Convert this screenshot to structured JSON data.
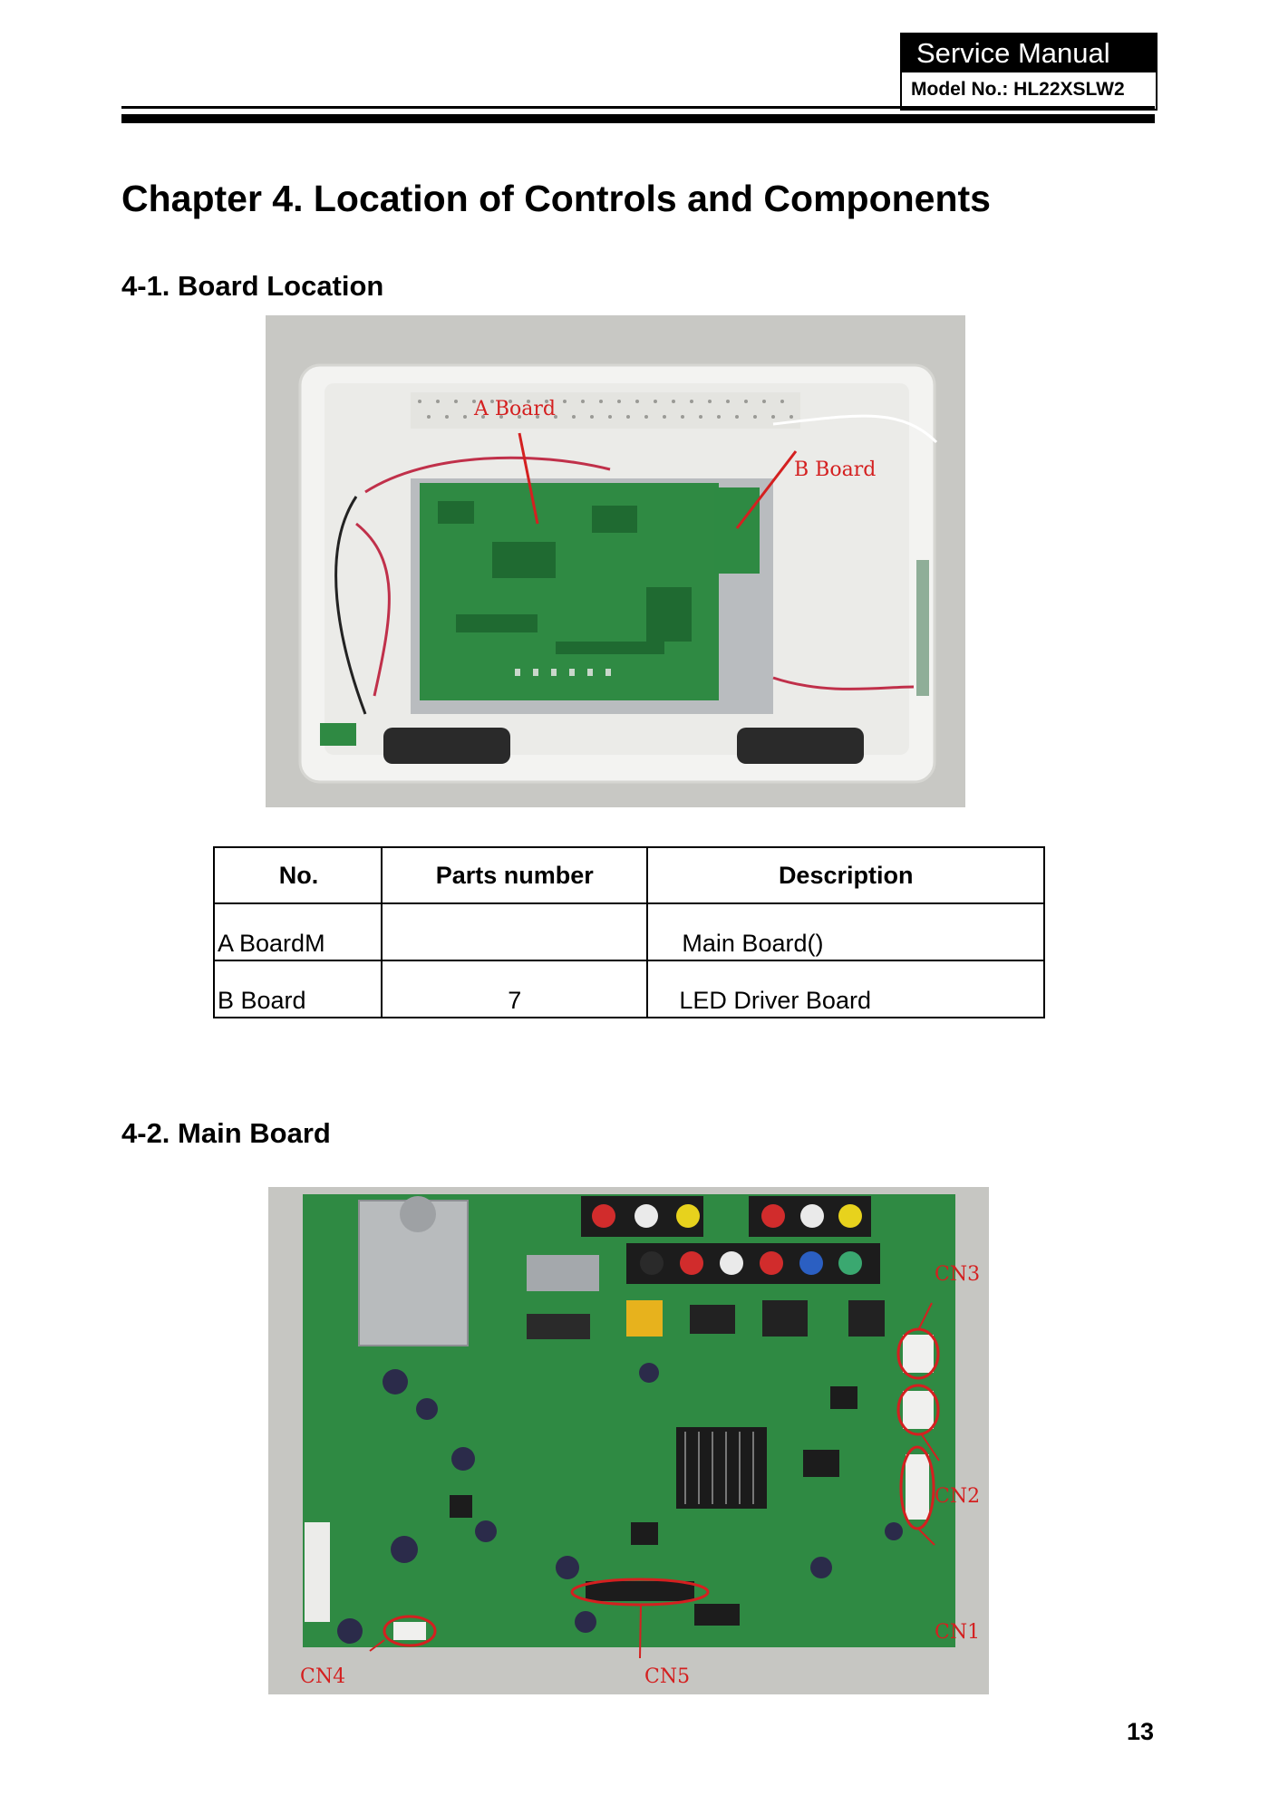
{
  "header": {
    "title": "Service Manual",
    "model_label": "Model No.: HL22XSLW2"
  },
  "chapter_title": "Chapter 4. Location of Controls and Components",
  "section_1": {
    "heading": "4-1. Board Location",
    "photo_labels": {
      "a": "A Board",
      "b": "B Board"
    },
    "table": {
      "headers": [
        "No.",
        "Parts number",
        "Description"
      ],
      "rows": [
        {
          "no": "A  BoardM",
          "parts_number": "",
          "description": "Main Board()"
        },
        {
          "no": "B  Board",
          "parts_number": "7",
          "description": "LED Driver Board"
        }
      ]
    }
  },
  "section_2": {
    "heading": "4-2. Main Board",
    "photo_labels": {
      "cn1": "CN1",
      "cn2": "CN2",
      "cn3": "CN3",
      "cn4": "CN4",
      "cn5": "CN5"
    }
  },
  "page_number": "13",
  "colors": {
    "pcb_green": "#2f8a43",
    "annotation_red": "#d42020",
    "housing": "#f2f2f0"
  }
}
